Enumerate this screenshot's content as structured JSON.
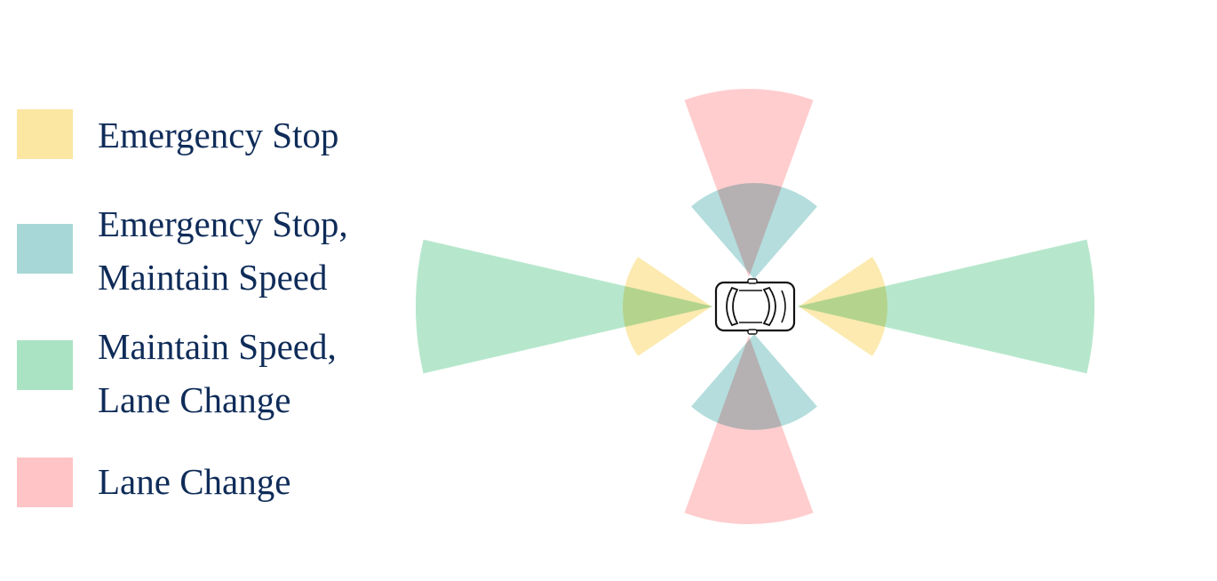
{
  "legend": {
    "items": [
      {
        "label_lines": [
          "Emergency Stop"
        ],
        "color": "#fbe6a2"
      },
      {
        "label_lines": [
          "Emergency Stop,",
          "Maintain Speed"
        ],
        "color": "#a8d7d7"
      },
      {
        "label_lines": [
          "Maintain Speed,",
          "Lane Change"
        ],
        "color": "#a9e3c3"
      },
      {
        "label_lines": [
          "Lane Change"
        ],
        "color": "#ffc4c6"
      }
    ],
    "text_color": "#0f2c59"
  },
  "vehicle": {
    "icon": "car-top-view-icon",
    "outline_color": "#111111"
  },
  "sectors": [
    {
      "zone": "lane-change",
      "direction": "front"
    },
    {
      "zone": "lane-change",
      "direction": "rear"
    },
    {
      "zone": "emergency-stop-maintain-speed",
      "direction": "front"
    },
    {
      "zone": "emergency-stop-maintain-speed",
      "direction": "rear"
    },
    {
      "zone": "maintain-speed-lane-change",
      "direction": "left"
    },
    {
      "zone": "maintain-speed-lane-change",
      "direction": "right"
    },
    {
      "zone": "emergency-stop",
      "direction": "left"
    },
    {
      "zone": "emergency-stop",
      "direction": "right"
    }
  ]
}
